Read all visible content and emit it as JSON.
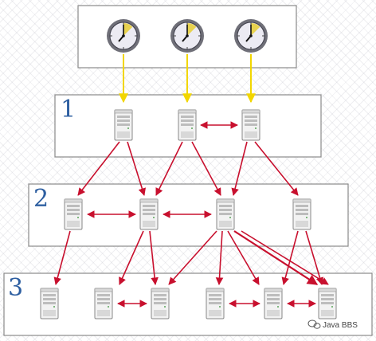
{
  "tiers": {
    "tier1_label": "1",
    "tier2_label": "2",
    "tier3_label": "3"
  },
  "watermark": {
    "text": "Java BBS",
    "icon": "wechat-icon"
  },
  "icons": {
    "clock": "clock-icon",
    "server": "server-icon"
  },
  "colors": {
    "arrow_red": "#c8102e",
    "arrow_yellow": "#f2d600",
    "tier_label_blue": "#2e5fa1",
    "box_border": "#8a8a8a"
  }
}
